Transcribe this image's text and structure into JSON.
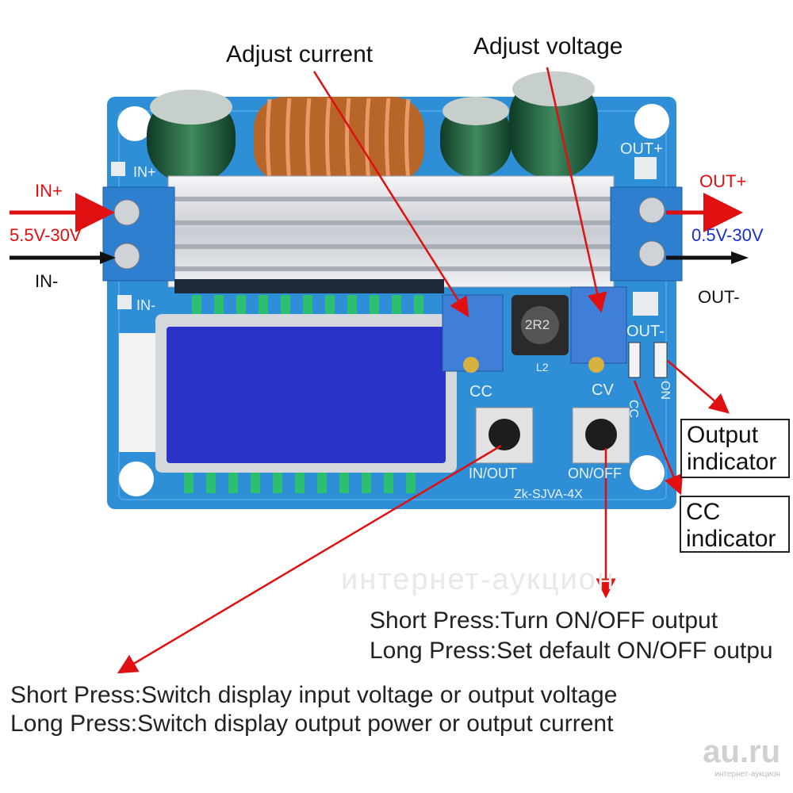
{
  "callouts": {
    "adjust_current": "Adjust current",
    "adjust_voltage": "Adjust voltage",
    "output_indicator": [
      "Output",
      "indicator"
    ],
    "cc_indicator": [
      "CC",
      "indicator"
    ]
  },
  "input_side": {
    "in_plus": "IN+",
    "range": "5.5V-30V",
    "in_minus": "IN-"
  },
  "output_side": {
    "out_plus": "OUT+",
    "range": "0.5V-30V",
    "out_minus": "OUT-"
  },
  "board_silkscreen": {
    "in_plus": "IN+",
    "in_minus": "IN-",
    "out_plus": "OUT+",
    "out_minus": "OUT-",
    "cc": "CC",
    "cv": "CV",
    "led_cc": "CC",
    "led_on": "ON",
    "inductor": "2R2",
    "l2": "L2",
    "button_left": "IN/OUT",
    "button_right": "ON/OFF",
    "model": "Zk-SJVA-4X"
  },
  "on_off_notes": {
    "short": "Short Press:Turn ON/OFF output",
    "long": "Long Press:Set default ON/OFF outpu"
  },
  "in_out_notes": {
    "short": "Short Press:Switch display input voltage or output voltage",
    "long": "Long Press:Switch display output power or output current"
  },
  "watermark": {
    "site": "au.ru",
    "tagline": "интернет-аукцион"
  },
  "colors": {
    "pcb": "#2f8fd6",
    "arrow_red": "#e01010",
    "lcd": "#2a34c8"
  }
}
